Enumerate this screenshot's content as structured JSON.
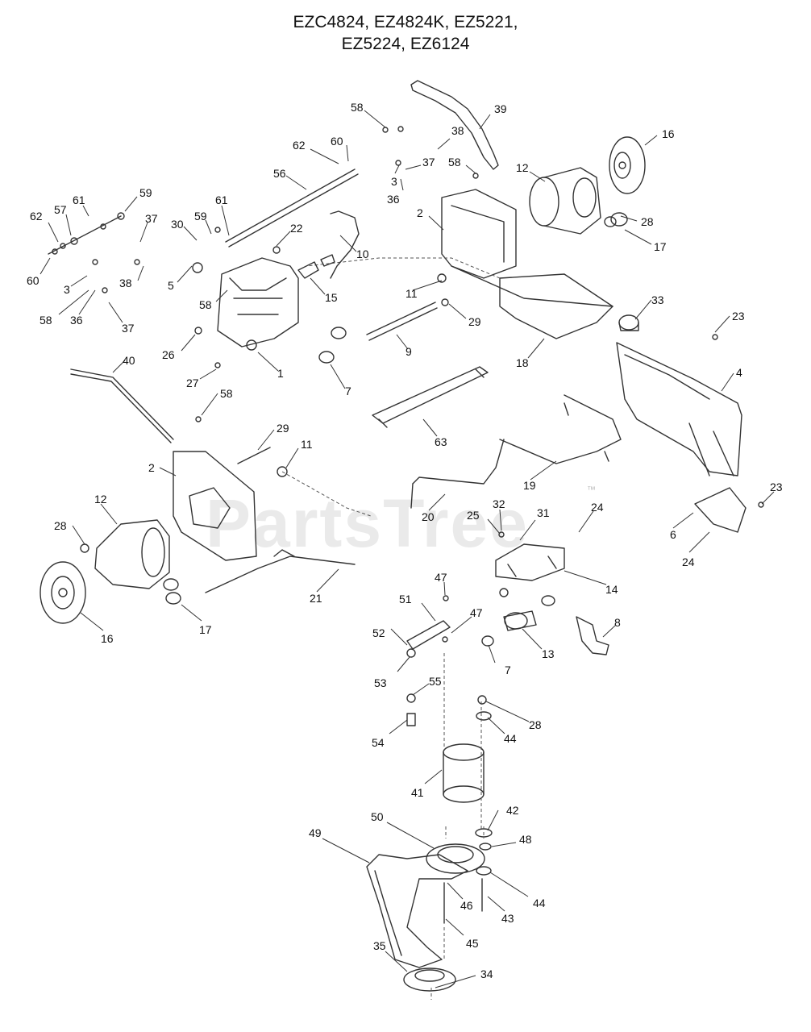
{
  "title": {
    "line1": "EZC4824, EZ4824K, EZ5221,",
    "line2": "EZ5224, EZ6124"
  },
  "watermark": "PartsTree",
  "callouts": [
    "58",
    "39",
    "38",
    "37",
    "3",
    "36",
    "62",
    "60",
    "56",
    "16",
    "12",
    "58",
    "2",
    "28",
    "17",
    "61",
    "59",
    "62",
    "57",
    "60",
    "37",
    "30",
    "59",
    "61",
    "22",
    "10",
    "5",
    "3",
    "38",
    "58",
    "36",
    "37",
    "58",
    "15",
    "11",
    "29",
    "33",
    "23",
    "26",
    "27",
    "1",
    "7",
    "9",
    "18",
    "4",
    "40",
    "58",
    "63",
    "29",
    "11",
    "2",
    "12",
    "28",
    "16",
    "17",
    "19",
    "20",
    "21",
    "23",
    "6",
    "24",
    "24",
    "32",
    "31",
    "25",
    "14",
    "47",
    "51",
    "47",
    "52",
    "53",
    "55",
    "54",
    "7",
    "13",
    "8",
    "28",
    "44",
    "41",
    "42",
    "50",
    "49",
    "48",
    "46",
    "43",
    "44",
    "45",
    "35",
    "34"
  ]
}
